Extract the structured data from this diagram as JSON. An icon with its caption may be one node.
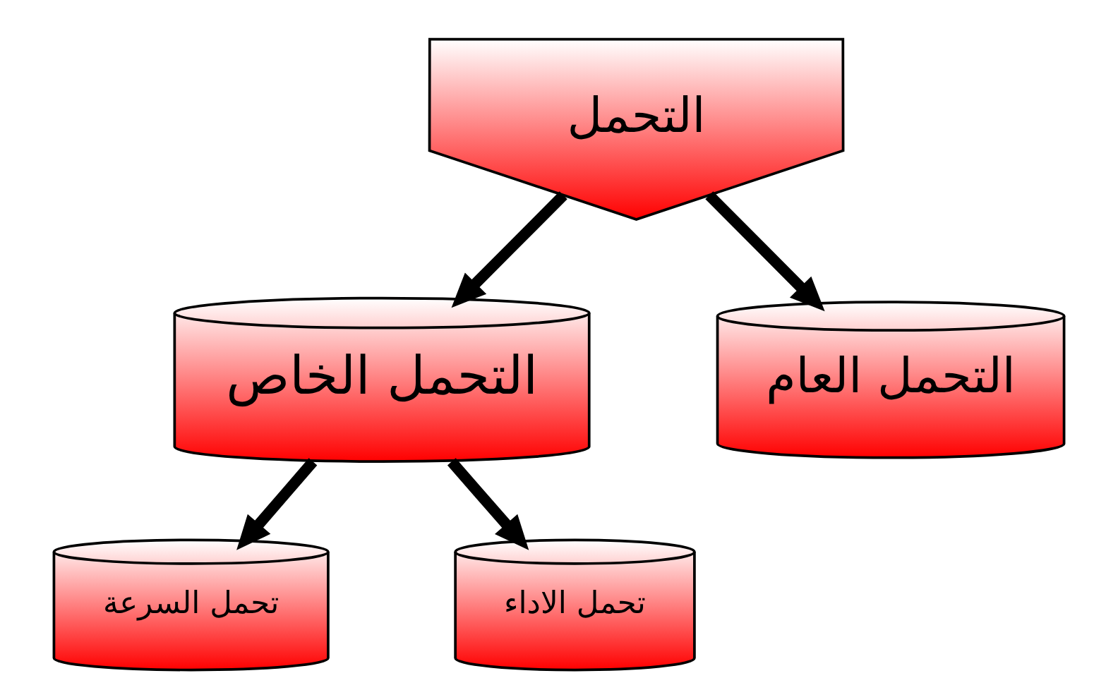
{
  "diagram": {
    "nodes": [
      {
        "text": [
          "التحمل"
        ]
      },
      {
        "text": [
          "التحمل الخاص"
        ]
      },
      {
        "text": [
          "التحمل العام"
        ]
      },
      {
        "text": [
          "تحمل السرعة"
        ]
      },
      {
        "text": [
          "تحمل الاداء"
        ]
      }
    ],
    "edges": [
      {
        "from": 0,
        "to": 1,
        "arrow": "to"
      },
      {
        "from": 0,
        "to": 2,
        "arrow": "to"
      },
      {
        "from": 1,
        "to": 3,
        "arrow": "to"
      },
      {
        "from": 1,
        "to": 4,
        "arrow": "to"
      }
    ]
  }
}
